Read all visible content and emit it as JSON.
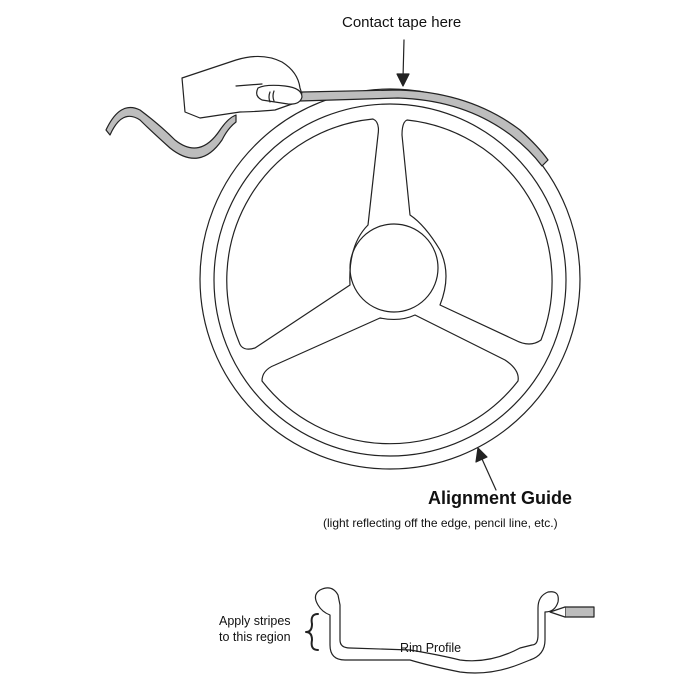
{
  "labels": {
    "contact_tape": "Contact tape here",
    "alignment_title": "Alignment Guide",
    "alignment_subtitle": "(light reflecting off the edge, pencil line, etc.)",
    "apply_line1": "Apply stripes",
    "apply_line2": "to this region",
    "rim_profile": "Rim Profile"
  },
  "colors": {
    "tape": "#bdbdbd",
    "line": "#222222"
  }
}
